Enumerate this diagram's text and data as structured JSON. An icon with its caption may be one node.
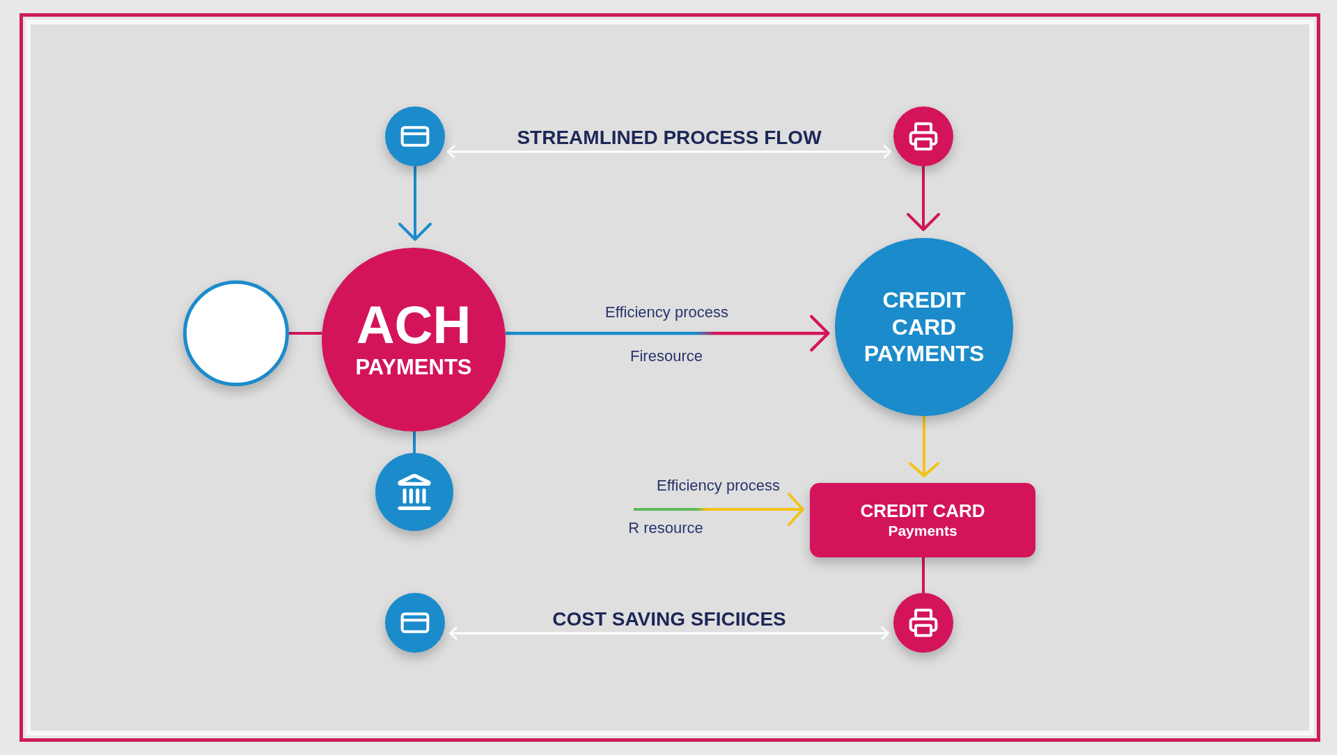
{
  "diagram": {
    "nodes": [
      {
        "text": [],
        "shape": "circle"
      },
      {
        "text": [],
        "shape": "circle"
      },
      {
        "text": [],
        "shape": "circle"
      },
      {
        "text": [
          "ACH",
          "PAYMENTS"
        ]
      },
      {
        "text": [
          "CREDIT CARD PAYMENTS"
        ]
      },
      {
        "text": [],
        "shape": "circle"
      },
      {
        "text": [
          "CREDIT CARD",
          "Payments"
        ]
      },
      {
        "text": [],
        "shape": "circle"
      },
      {
        "text": [],
        "shape": "circle"
      }
    ],
    "edges": [
      {
        "from": 0,
        "to": 1,
        "arrow": "both",
        "label": "STREAMLINED PROCESS FLOW",
        "color": "#ffffff"
      },
      {
        "from": 0,
        "to": 3,
        "arrow": "to",
        "color": "#1b8bcb"
      },
      {
        "from": 1,
        "to": 4,
        "arrow": "to",
        "color": "#d4145a"
      },
      {
        "from": 2,
        "to": 3,
        "arrow": "none",
        "color": "#d4145a"
      },
      {
        "from": 3,
        "to": 4,
        "arrow": "to",
        "label": "Efficiency process",
        "color": "#d4145a"
      },
      {
        "from": 3,
        "to": 5,
        "arrow": "none",
        "color": "#1b8bcb"
      },
      {
        "from": 4,
        "to": 6,
        "arrow": "to",
        "color": "#f2c318"
      },
      {
        "from": null,
        "to": 6,
        "arrow": "to",
        "label": "Efficiency process",
        "color": "#f2c318"
      },
      {
        "from": 6,
        "to": 8,
        "arrow": "none",
        "color": "#d4145a"
      },
      {
        "from": 7,
        "to": 8,
        "arrow": "both",
        "label": "COST SAVING SFICIICES",
        "color": "#ffffff"
      }
    ],
    "labels": [
      "Firesource",
      "R resource"
    ]
  }
}
